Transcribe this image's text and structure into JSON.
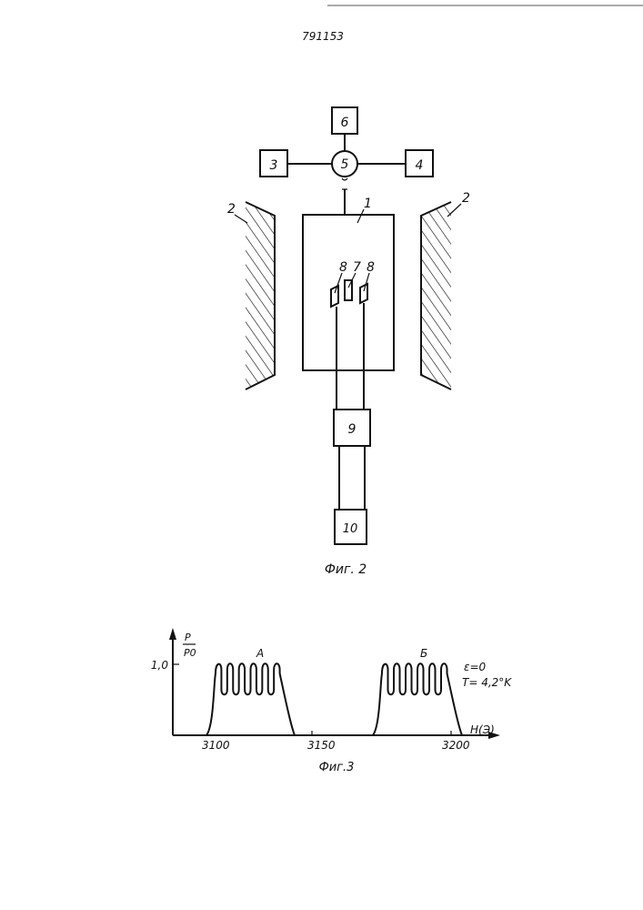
{
  "header": {
    "patent_number": "791153"
  },
  "fig2": {
    "caption": "Фиг. 2",
    "labels": {
      "b1": "1",
      "b2": "2",
      "b3": "3",
      "b4": "4",
      "b5": "5",
      "b6": "6",
      "b7": "7",
      "b8": "8",
      "b9": "9",
      "b10": "10"
    }
  },
  "fig3": {
    "caption": "Фиг.3",
    "y_label_num": "P",
    "y_label_den": "P0",
    "y_tick": "1,0",
    "x_label": "H(Э)",
    "x_ticks": [
      "3100",
      "3150",
      "3200"
    ],
    "peak_a": "A",
    "peak_b": "Б",
    "param_e": "ε=0",
    "param_t": "T= 4,2°K",
    "oscillations_per_peak": 6
  }
}
